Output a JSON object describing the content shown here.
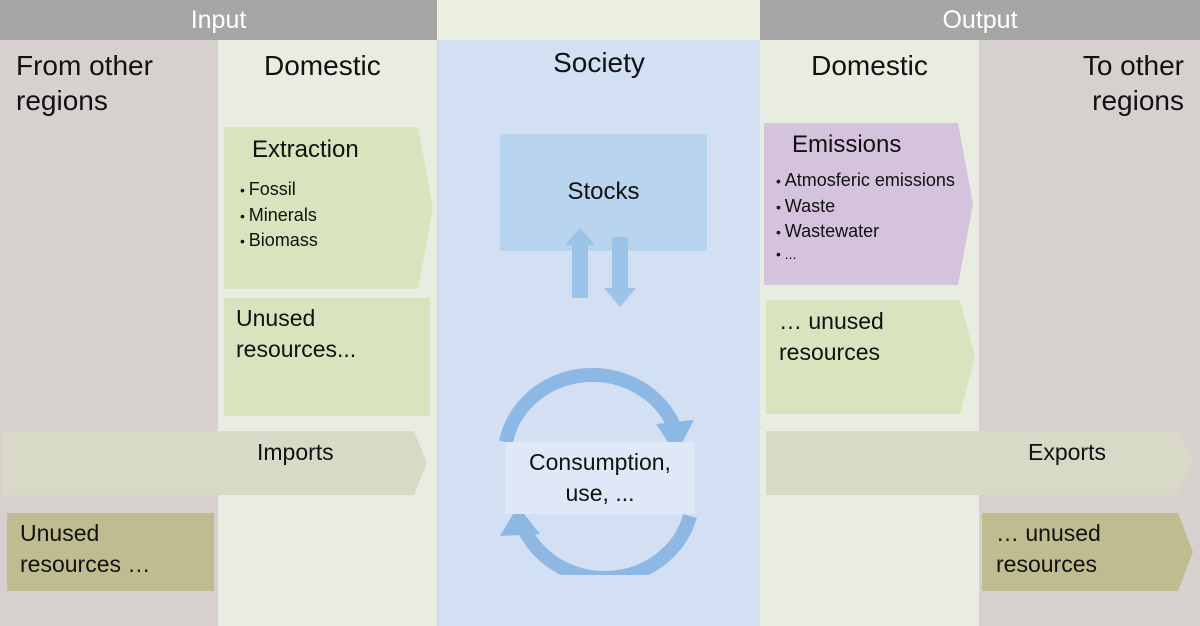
{
  "headers": {
    "input": "Input",
    "output": "Output"
  },
  "columns": {
    "from_other_regions": "From other regions",
    "domestic_input": "Domestic",
    "society": "Society",
    "domestic_output": "Domestic",
    "to_other_regions": "To other regions"
  },
  "extraction": {
    "title": "Extraction",
    "items": [
      "Fossil",
      "Minerals",
      "Biomass"
    ]
  },
  "unused_domestic_input": "Unused resources...",
  "imports": "Imports",
  "unused_foreign_input": "Unused resources …",
  "stocks": "Stocks",
  "consumption": "Consumption, use, ...",
  "emissions": {
    "title": "Emissions",
    "items": [
      "Atmosferic emissions",
      "Waste",
      "Wastewater",
      "..."
    ]
  },
  "unused_domestic_output": "… unused resources",
  "exports": "Exports",
  "unused_foreign_output": "… unused resources",
  "colors": {
    "header": "#a6a6a6",
    "region_column": "#d6d0cf",
    "domestic_column": "#e9ece0",
    "society_column": "#d3dff3",
    "domestic_box": "#d7e4bd",
    "emissions_box": "#d5c2dc",
    "trade_arrow": "#d9d9c8",
    "foreign_unused": "#bfbc90",
    "stocks_box": "#b8d4ee",
    "cycle_arrows": "#8db8e4"
  }
}
